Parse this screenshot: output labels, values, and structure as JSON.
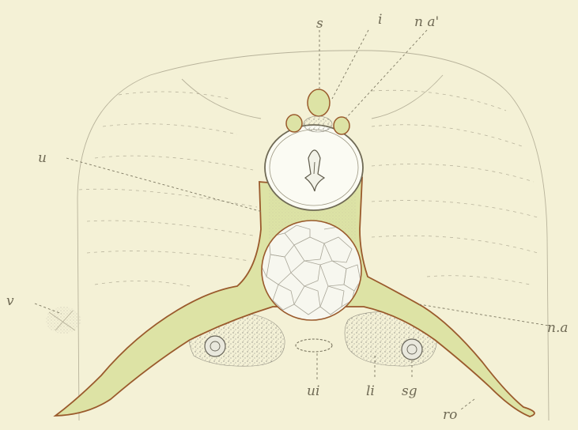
{
  "figure": {
    "labels": {
      "top_s": "s",
      "top_i": "i",
      "na_prime": "n a'",
      "left_u_top": "u",
      "left_v": "v",
      "right_na": "n.a",
      "bottom_ui": "ui",
      "bottom_li": "li",
      "bottom_sg": "sg",
      "bottom_ro": "ro"
    },
    "colors": {
      "background": "#f4f1d6",
      "bone_fill": "#dde3a5",
      "bone_outline": "#9a5a2c",
      "cartilage": "#f7f7ef",
      "stipple": "#8d8c82",
      "leader_lines": "#7d7862"
    }
  }
}
